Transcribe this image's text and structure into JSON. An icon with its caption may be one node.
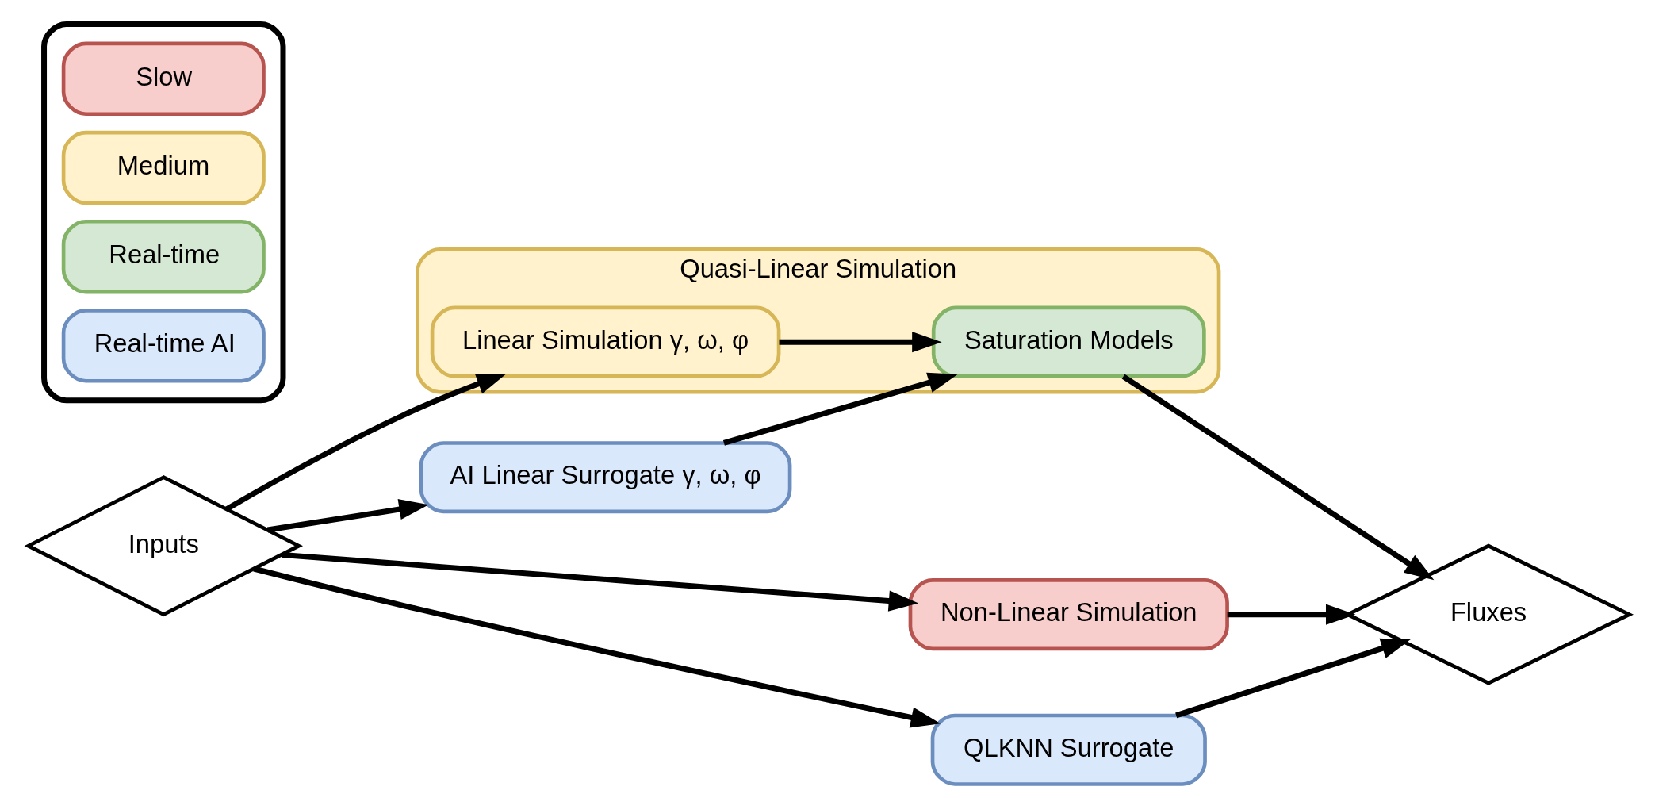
{
  "diagram": {
    "nodes": [
      {
        "text": [
          "Inputs"
        ]
      },
      {
        "text": [
          "Non-Linear Simulation"
        ]
      },
      {
        "text": [
          "Quasi-Linear Simulation"
        ]
      },
      {
        "text": [
          "Linear Simulation γ, ω, φ"
        ],
        "in": 2
      },
      {
        "text": [
          "Saturation Models"
        ],
        "in": 2
      },
      {
        "text": [
          "Fluxes"
        ]
      },
      {
        "text": [
          "AI Linear Surrogate γ, ω, φ"
        ]
      },
      {
        "text": [
          "QLKNN Surrogate"
        ]
      }
    ],
    "edges": [
      {
        "from": 0,
        "to": 1,
        "arrow": "to"
      },
      {
        "from": 0,
        "to": 3,
        "arrow": "to"
      },
      {
        "from": 1,
        "to": 5,
        "arrow": "to"
      },
      {
        "from": 3,
        "to": 4,
        "arrow": "to"
      },
      {
        "from": 4,
        "to": 5,
        "arrow": "to"
      },
      {
        "from": 0,
        "to": 6,
        "arrow": "to"
      },
      {
        "from": 6,
        "to": 4,
        "arrow": "to"
      },
      {
        "from": 0,
        "to": 7,
        "arrow": "to"
      },
      {
        "from": 7,
        "to": 5,
        "arrow": "to"
      }
    ],
    "legend": [
      {
        "text": "Slow",
        "color": "#f8cecc"
      },
      {
        "text": "Medium",
        "color": "#fff2cc"
      },
      {
        "text": "Real-time",
        "color": "#d5e8d4"
      },
      {
        "text": "Real-time AI",
        "color": "#dae8fc"
      }
    ]
  }
}
